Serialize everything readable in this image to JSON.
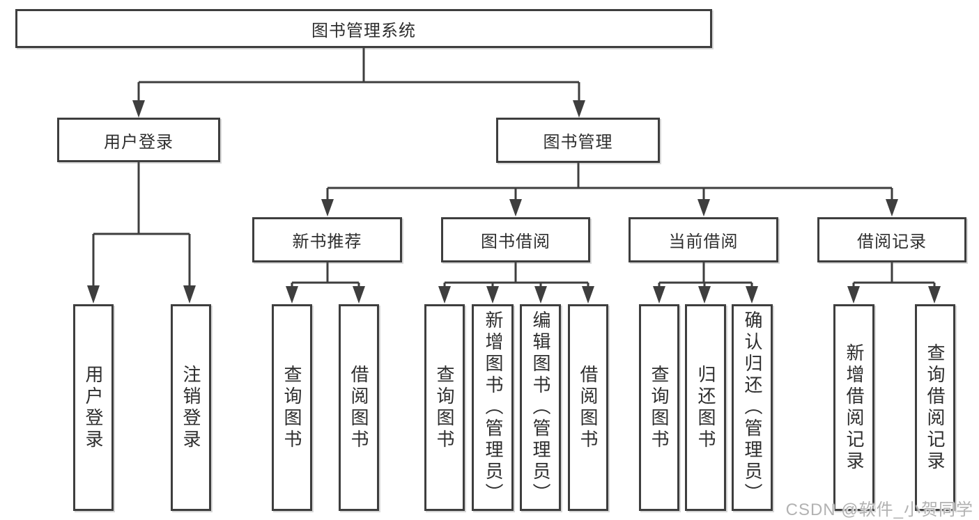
{
  "nodes": {
    "root": "图书管理系统",
    "user_login": "用户登录",
    "book_management": "图书管理",
    "new_book_recommend": "新书推荐",
    "book_borrow": "图书借阅",
    "current_borrow": "当前借阅",
    "borrow_records": "借阅记录"
  },
  "leaves": {
    "user_login": "用户登录",
    "logout": "注销登录",
    "recommend_query_books": "查询图书",
    "recommend_borrow_books": "借阅图书",
    "borrow_query_books": "查询图书",
    "borrow_add_books_admin": "新增图书（管理员）",
    "borrow_edit_books_admin": "编辑图书（管理员）",
    "borrow_borrow_books": "借阅图书",
    "current_query_books": "查询图书",
    "current_return_books": "归还图书",
    "current_confirm_return_admin": "确认归还（管理员）",
    "records_add_record": "新增借阅记录",
    "records_query_record": "查询借阅记录"
  },
  "watermark": "CSDN @软件_小贺同学",
  "colors": {
    "line": "#3e3e3e",
    "text": "#2e2e2e",
    "background": "#ffffff",
    "watermark": "#b2b2b2"
  }
}
